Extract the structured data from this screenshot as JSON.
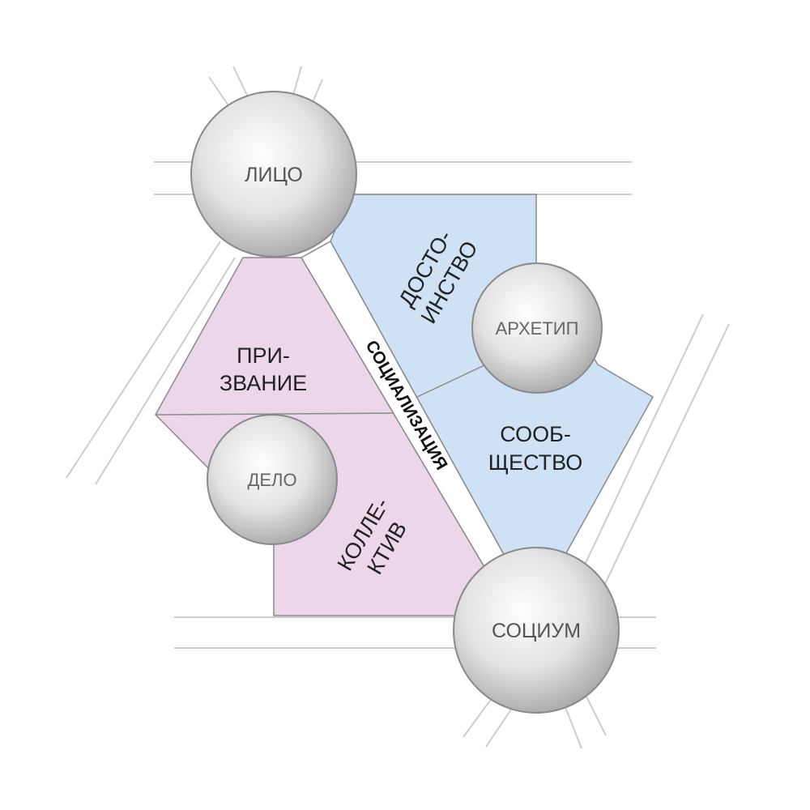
{
  "nodes": {
    "face": "ЛИЦО",
    "archetype": "АРХЕТИП",
    "deed": "ДЕЛО",
    "society": "СОЦИУМ"
  },
  "regions": {
    "calling": [
      "ПРИ-",
      "ЗВАНИЕ"
    ],
    "team": [
      "КОЛЛЕ-",
      "КТИВ"
    ],
    "dignity": [
      "ДОСТО-",
      "ИНСТВО"
    ],
    "community": [
      "СООБ-",
      "ЩЕСТВО"
    ]
  },
  "band": "СОЦИАЛИЗАЦИЯ",
  "colors": {
    "pink": "#ecd6ea",
    "blue": "#cfe1f4",
    "outline": "#8a8a8a",
    "ray": "#c8c8c8"
  }
}
